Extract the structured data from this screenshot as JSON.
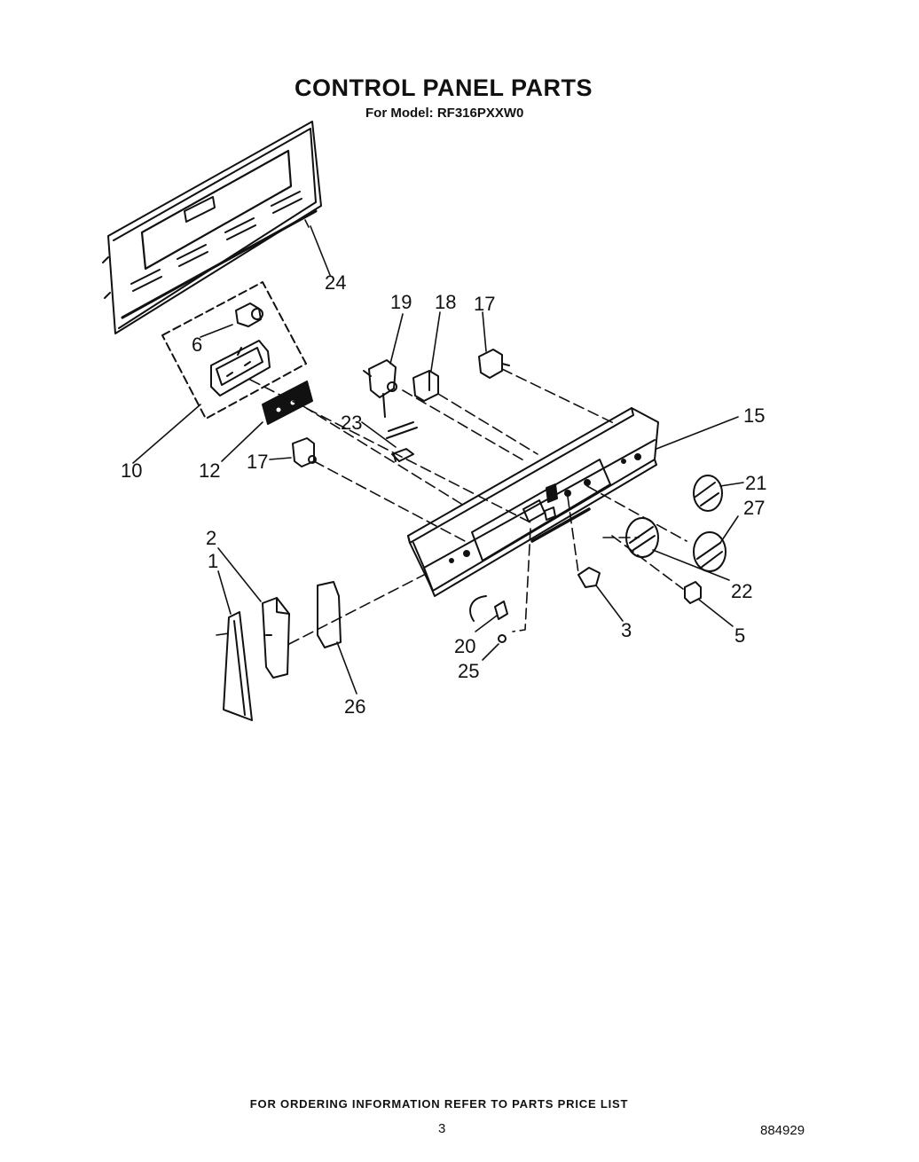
{
  "header": {
    "title": "CONTROL PANEL PARTS",
    "model_line": "For Model: RF316PXXW0"
  },
  "callouts": {
    "c1": "1",
    "c2": "2",
    "c3": "3",
    "c5": "5",
    "c6": "6",
    "c10": "10",
    "c12": "12",
    "c15": "15",
    "c17a": "17",
    "c17b": "17",
    "c18": "18",
    "c19": "19",
    "c20": "20",
    "c21": "21",
    "c22": "22",
    "c23": "23",
    "c24": "24",
    "c25": "25",
    "c26": "26",
    "c27": "27"
  },
  "footer": {
    "ordering_note": "FOR ORDERING INFORMATION REFER TO PARTS PRICE LIST",
    "page_number": "3",
    "document_number": "884929"
  }
}
